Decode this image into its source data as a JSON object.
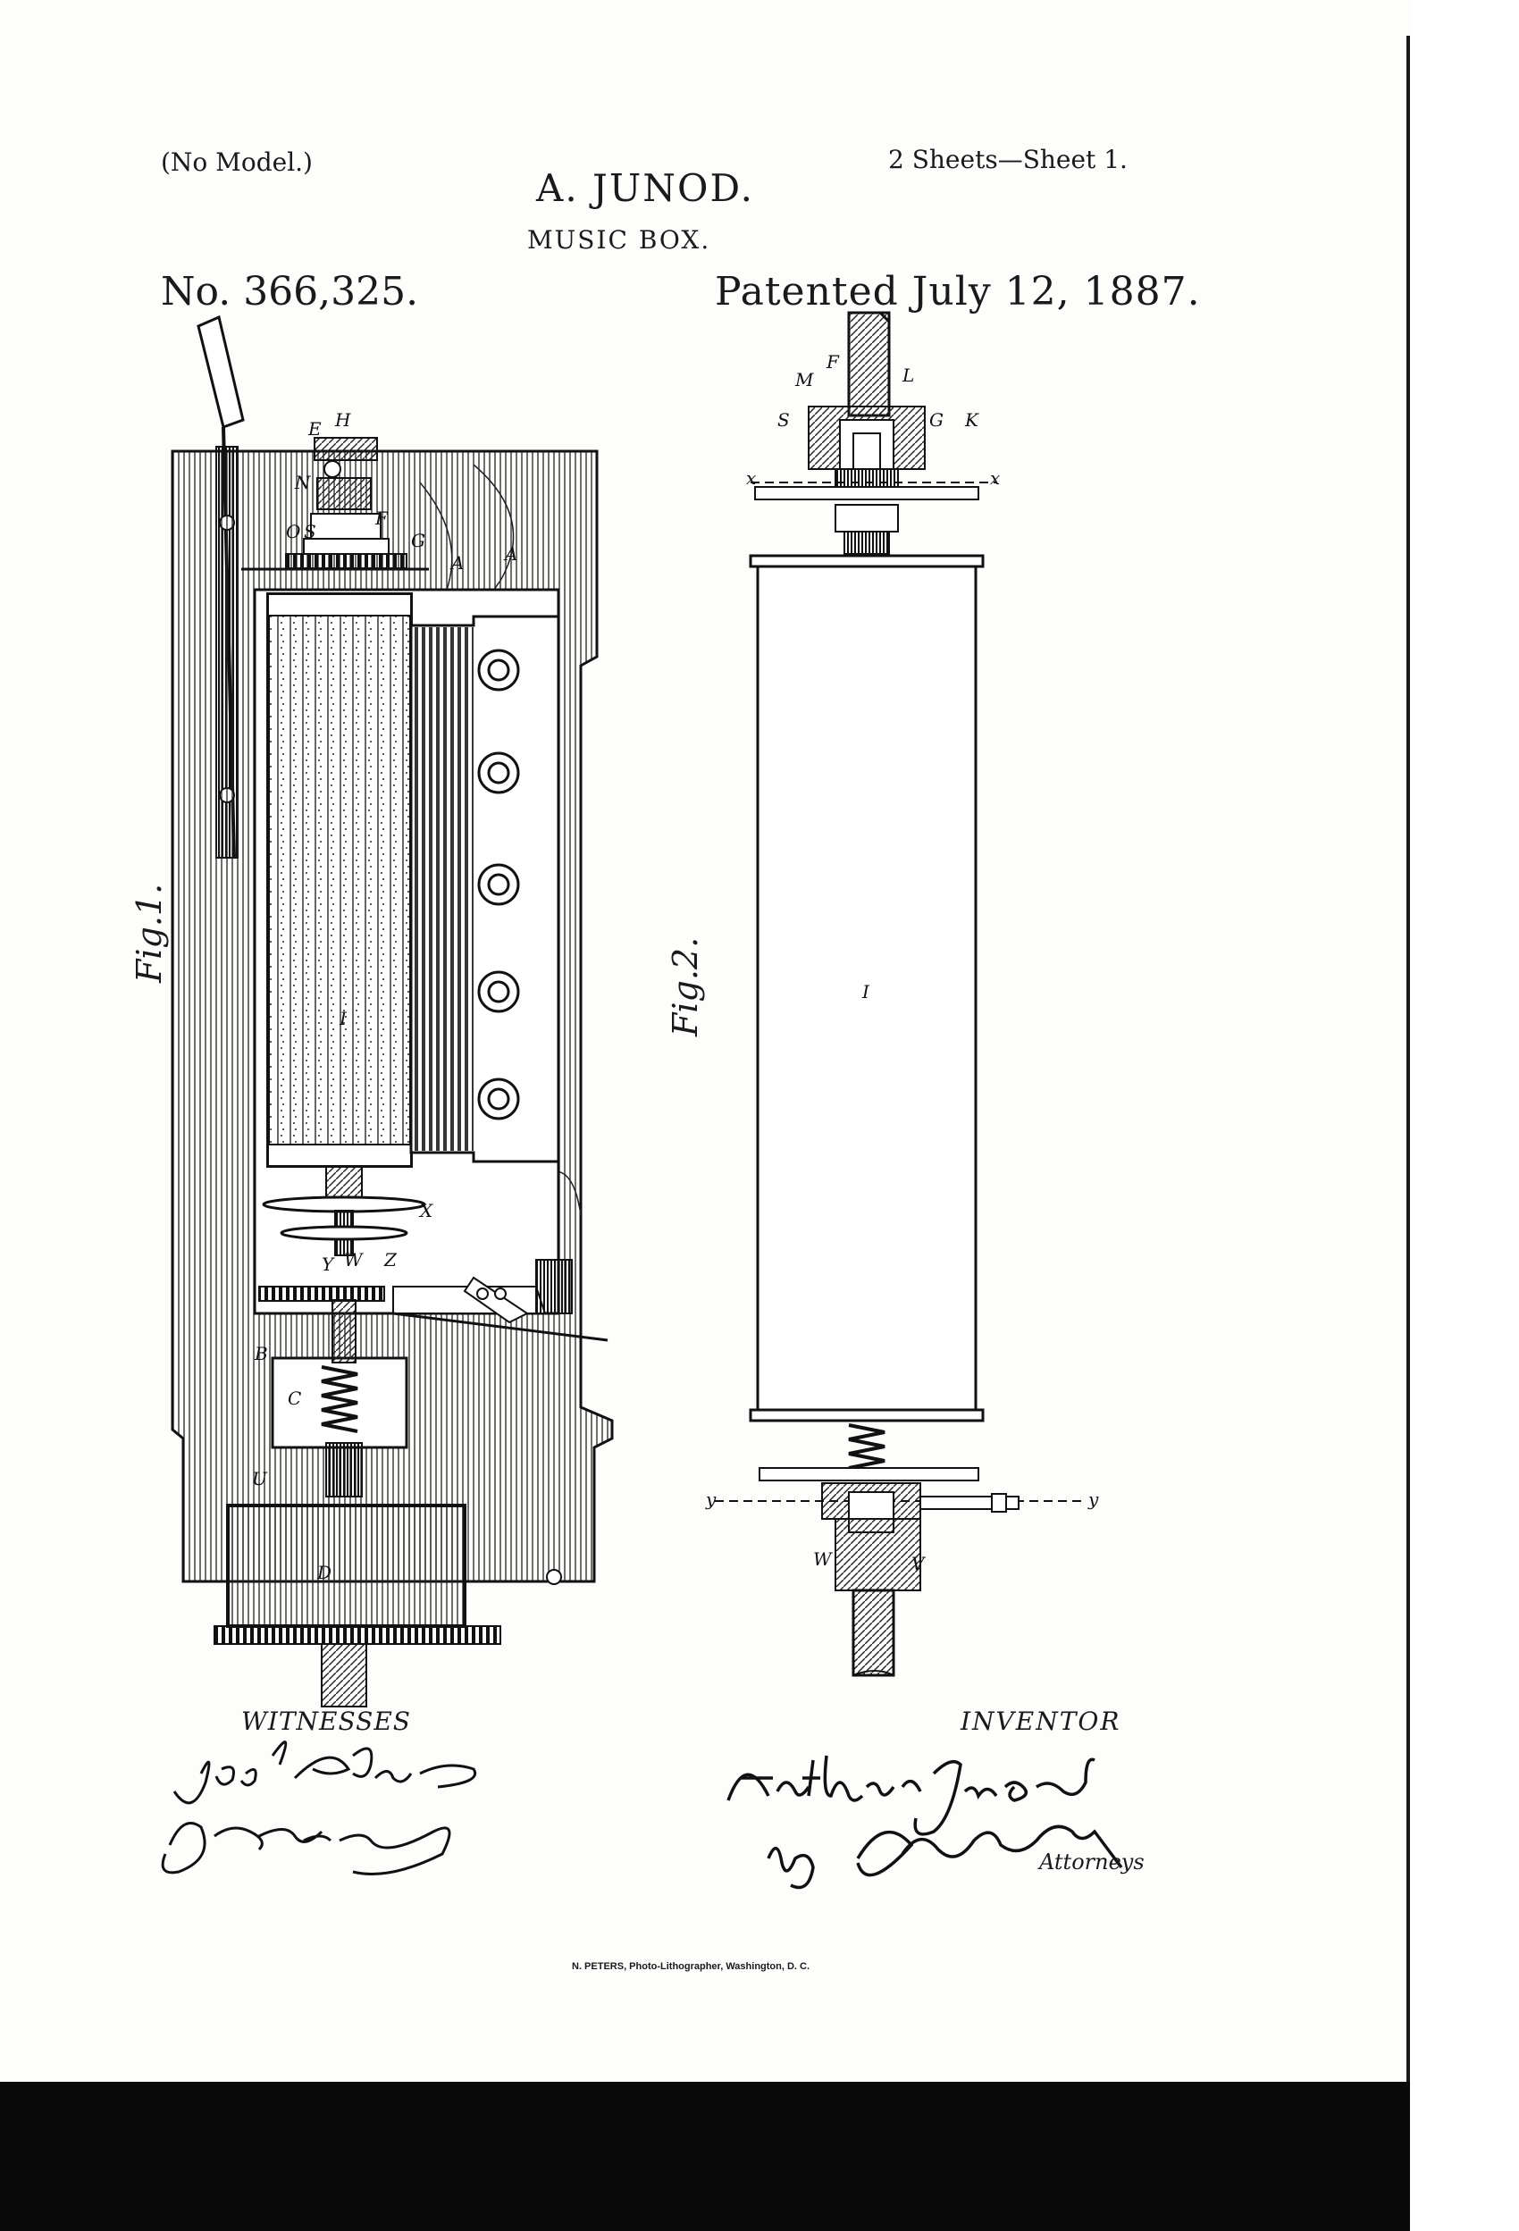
{
  "header": {
    "no_model": "(No Model.)",
    "sheets": "2 Sheets—Sheet 1.",
    "inventor_name": "A. JUNOD.",
    "title": "MUSIC BOX.",
    "patent_number": "No. 366,325.",
    "patented_date": "Patented July 12, 1887."
  },
  "figures": {
    "fig1_label": "Fig.1.",
    "fig2_label": "Fig.2.",
    "fig1_letters": [
      "E",
      "H",
      "N",
      "F",
      "O",
      "S",
      "G",
      "A",
      "A",
      "I",
      "X",
      "Y",
      "W",
      "Z",
      "B",
      "C",
      "U",
      "D"
    ],
    "fig2_letters": [
      "F",
      "L",
      "M",
      "S",
      "G",
      "K",
      "I",
      "W",
      "V",
      "x",
      "x",
      "y",
      "y"
    ]
  },
  "footer": {
    "witnesses_label": "WITNESSES",
    "inventor_label": "INVENTOR",
    "attorneys_label": "Attorneys",
    "lithographer": "N. PETERS, Photo-Lithographer, Washington, D. C."
  }
}
